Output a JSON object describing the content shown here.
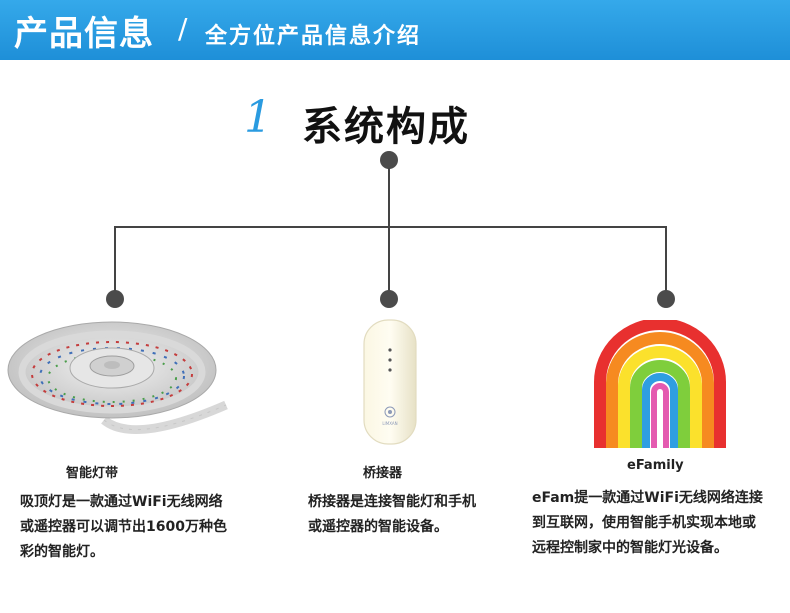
{
  "banner": {
    "title": "产品信息",
    "slash": "/",
    "subtitle": "全方位产品信息介绍"
  },
  "section": {
    "number": "1",
    "title": "系统构成"
  },
  "items": [
    {
      "label": "智能灯带",
      "desc_lines": [
        "吸顶灯是一款通过WiFi无线网络",
        "或遥控器可以调节出1600万种色",
        "彩的智能灯。"
      ]
    },
    {
      "label": "桥接器",
      "desc_lines": [
        "桥接器是连接智能灯和手机",
        "或遥控器的智能设备。"
      ]
    },
    {
      "label": "eFamily",
      "desc_lines": [
        "eFam提一款通过WiFi无线网络连接",
        "到互联网，使用智能手机实现本地或",
        "远程控制家中的智能灯光设备。"
      ]
    }
  ],
  "bridge_logo_text": "LIMXAN",
  "colors": {
    "banner": "#2a9be0",
    "section_number": "#2a9be0",
    "connector": "#444444"
  }
}
